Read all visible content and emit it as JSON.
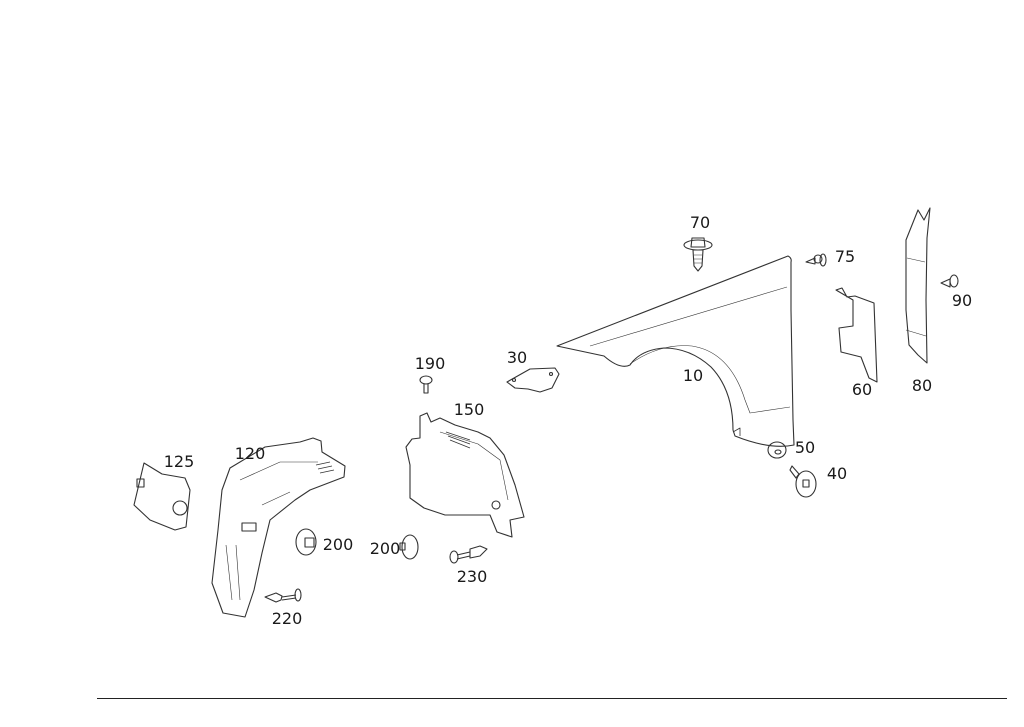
{
  "diagram": {
    "part_labels": {
      "p10": "10",
      "p30": "30",
      "p40": "40",
      "p50": "50",
      "p60": "60",
      "p70": "70",
      "p75": "75",
      "p80": "80",
      "p90": "90",
      "p120": "120",
      "p125": "125",
      "p150": "150",
      "p190": "190",
      "p200a": "200",
      "p200b": "200",
      "p220": "220",
      "p230": "230"
    },
    "colors": {
      "line": "#333333",
      "background": "#ffffff"
    }
  }
}
